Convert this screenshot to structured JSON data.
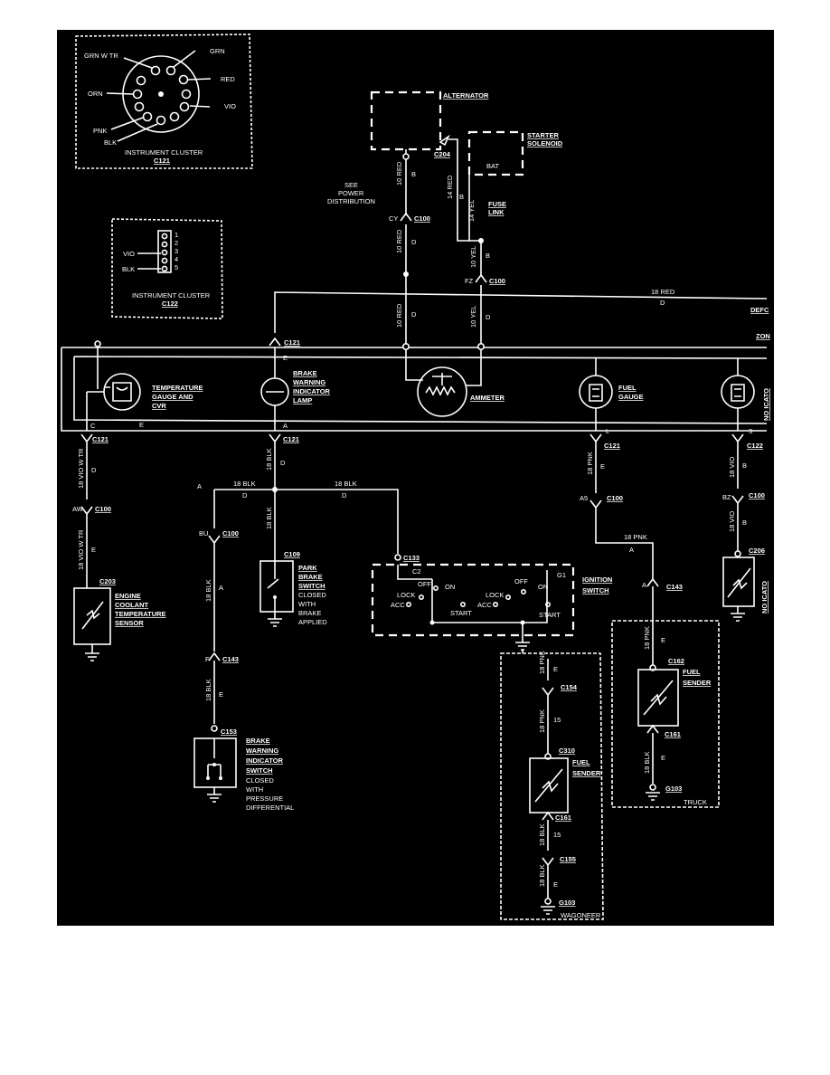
{
  "components": {
    "c121_connector": {
      "title": "INSTRUMENT CLUSTER",
      "id": "C121",
      "pins": [
        "GRN W TR",
        "GRN",
        "RED",
        "VIO",
        "BLK",
        "PNK",
        "ORN"
      ]
    },
    "c122_connector": {
      "title": "INSTRUMENT CLUSTER",
      "id": "C122",
      "pins": [
        "1",
        "2",
        "3",
        "4",
        "5"
      ],
      "wires": [
        "VIO",
        "BLK"
      ]
    },
    "alternator": "ALTERNATOR",
    "starter_solenoid": [
      "STARTER",
      "SOLENOID"
    ],
    "bat": "BAT",
    "see_power": [
      "SEE",
      "POWER",
      "DISTRIBUTION"
    ],
    "fuse_link": [
      "FUSE",
      "LINK"
    ],
    "temperature_gauge": [
      "TEMPERATURE",
      "GAUGE AND",
      "CVR"
    ],
    "brake_lamp": [
      "BRAKE",
      "WARNING",
      "INDICATOR",
      "LAMP"
    ],
    "ammeter": "AMMETER",
    "fuel_gauge": [
      "FUEL",
      "GAUGE"
    ],
    "right_edge": [
      "DEFC",
      "ZON"
    ],
    "right_gauge": "NO ICATO",
    "coolant_sensor": [
      "ENGINE",
      "COOLANT",
      "TEMPERATURE",
      "SENSOR"
    ],
    "park_brake": [
      "PARK",
      "BRAKE",
      "SWITCH",
      "CLOSED",
      "WITH",
      "BRAKE",
      "APPLIED"
    ],
    "ignition_switch": [
      "IGNITION",
      "SWITCH"
    ],
    "ignition_positions": [
      "OFF",
      "ON",
      "LOCK",
      "ACC",
      "START",
      "OFF",
      "ON",
      "LOCK",
      "ACC",
      "START"
    ],
    "ignition_pins": [
      "C2",
      "G1"
    ],
    "brake_indicator_switch": [
      "BRAKE",
      "WARNING",
      "INDICATOR",
      "SWITCH",
      "CLOSED",
      "WITH",
      "PRESSURE",
      "DIFFERENTIAL"
    ],
    "fuel_sender": [
      "FUEL",
      "SENDER"
    ],
    "wagoneer": "WAGONEER",
    "truck": "TRUCK"
  },
  "connectors": [
    "C204",
    "C100",
    "C100",
    "C121",
    "C121",
    "C121",
    "C121",
    "C122",
    "C100",
    "C100",
    "C100",
    "C100",
    "C203",
    "C109",
    "C100",
    "C133",
    "C143",
    "C153",
    "C143",
    "C162",
    "C161",
    "G103",
    "C154",
    "C310",
    "C161",
    "C155",
    "G103",
    "C206"
  ],
  "pin_letters": [
    "CY",
    "FZ",
    "E",
    "E",
    "C",
    "A",
    "L",
    "3",
    "AW",
    "A5",
    "BZ",
    "BU",
    "F",
    "A",
    "A",
    "D",
    "D",
    "D",
    "D",
    "D",
    "D",
    "D",
    "D",
    "E",
    "E",
    "E",
    "B",
    "B",
    "B",
    "15",
    "15"
  ],
  "wires": [
    "10 RED",
    "14 RED",
    "14 YEL",
    "10 RED",
    "10 YEL",
    "18 RED",
    "10 RED",
    "10 YEL",
    "18 VIO W TR",
    "18 VIO W TR",
    "18 BLK",
    "18 BLK",
    "18 BLK",
    "18 BLK",
    "18 BLK",
    "18 BLK",
    "18 BLK",
    "18 PNK",
    "18 PNK",
    "18 PNK",
    "18 VIO",
    "18 VIO",
    "18 PNK",
    "18 BLK",
    "18 PNK",
    "18 PNK",
    "18 BLK",
    "18 BLK"
  ]
}
